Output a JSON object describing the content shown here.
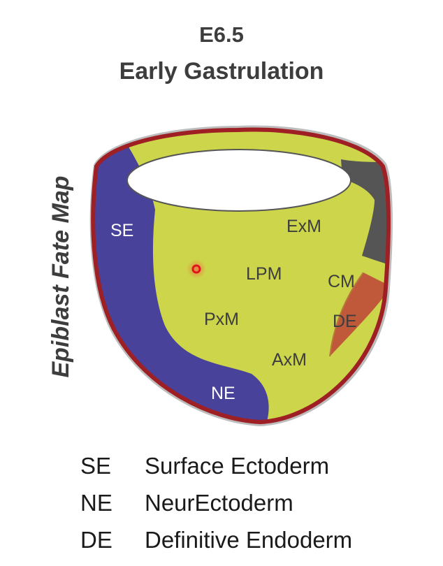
{
  "title": {
    "line1": "E6.5",
    "line2": "Early Gastrulation"
  },
  "side_label": "Epiblast Fate Map",
  "regions": {
    "se": "SE",
    "ne": "NE",
    "exm": "ExM",
    "lpm": "LPM",
    "pxm": "PxM",
    "cm": "CM",
    "de": "DE",
    "axm": "AxM"
  },
  "legend": [
    {
      "abbr": "SE",
      "text": "Surface Ectoderm"
    },
    {
      "abbr": "NE",
      "text": "NeurEctoderm"
    },
    {
      "abbr": "DE",
      "text": "Definitive Endoderm"
    }
  ],
  "colors": {
    "ectoderm": "#48429a",
    "mesoderm": "#cdd64a",
    "endoderm": "#c0583a",
    "outline": "#9e1f24",
    "extraembryonic": "#555555",
    "pointer": "#e0141e"
  }
}
